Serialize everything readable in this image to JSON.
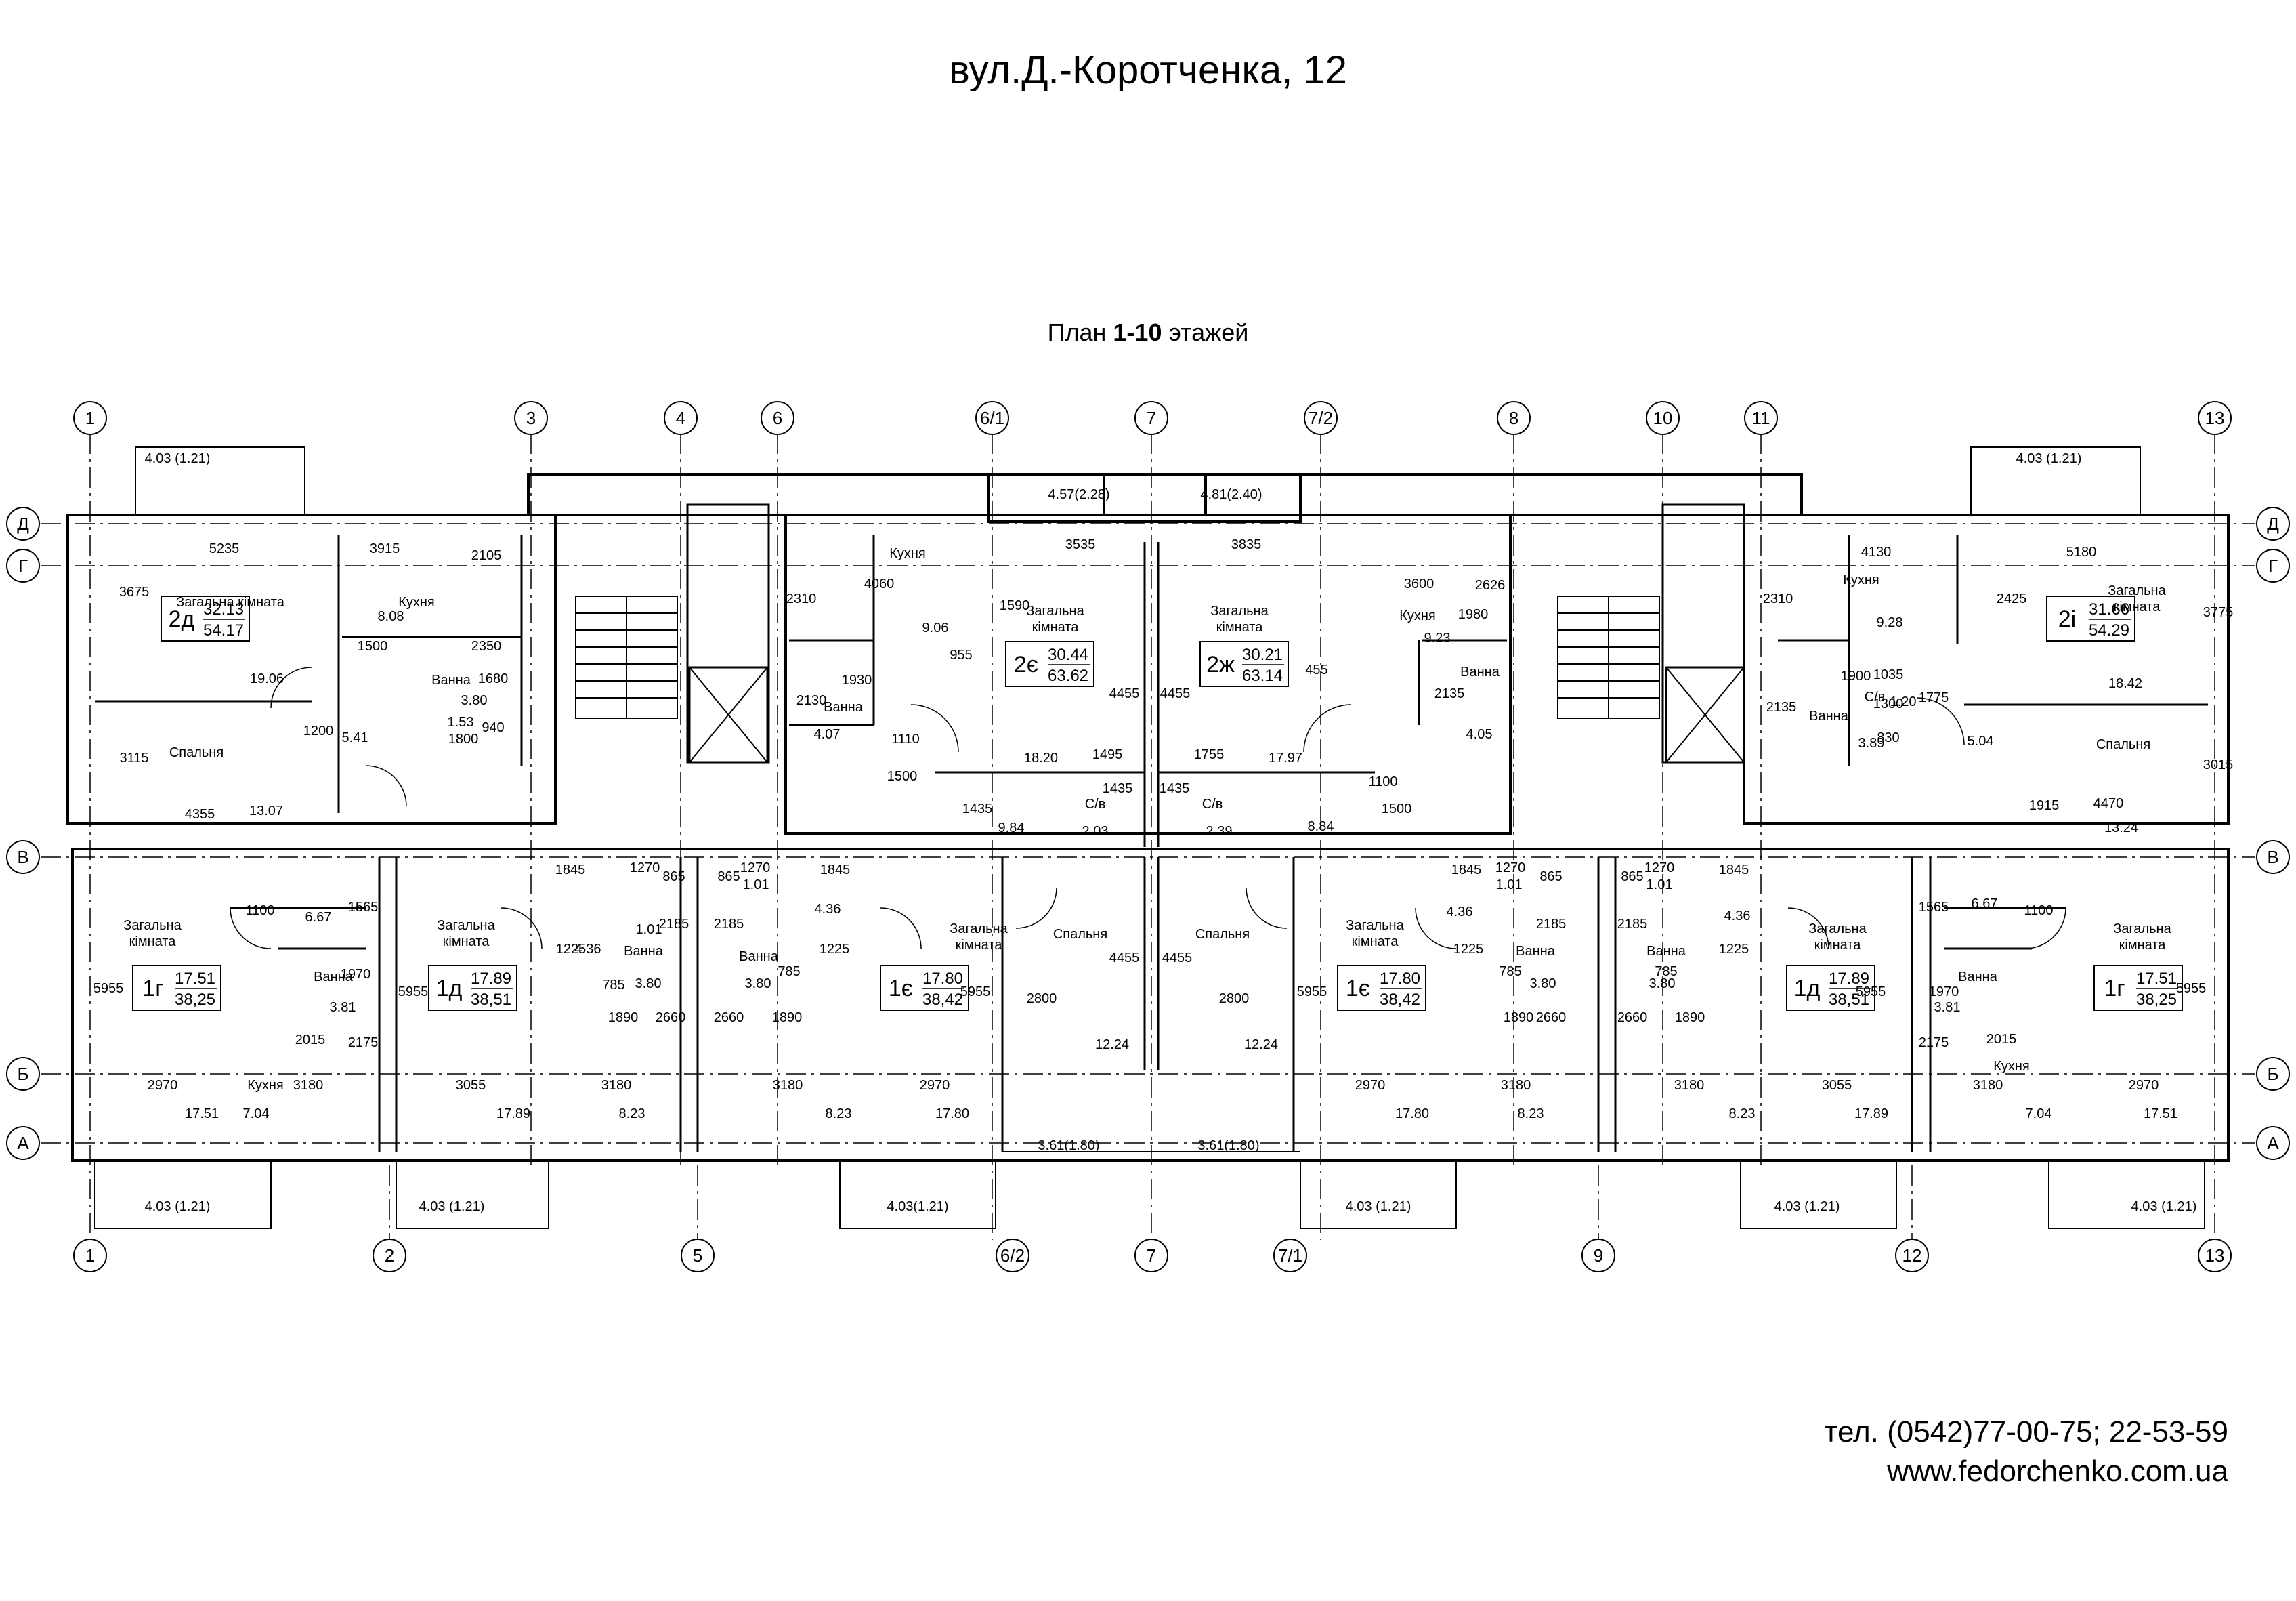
{
  "title": "вул.Д.-Коротченка, 12",
  "subtitle_prefix": "План ",
  "subtitle_floors": "1-10",
  "subtitle_suffix": "  этажей",
  "contact": {
    "phone": "тел. (0542)77-00-75; 22-53-59",
    "website": "www.fedorchenko.com.ua"
  },
  "axes": {
    "top": [
      "1",
      "3",
      "4",
      "6",
      "6/1",
      "7",
      "7/2",
      "8",
      "10",
      "11",
      "13"
    ],
    "bottom": [
      "1",
      "2",
      "5",
      "6/2",
      "7",
      "7/1",
      "9",
      "12",
      "13"
    ],
    "left": [
      "Д",
      "Г",
      "В",
      "Б",
      "А"
    ],
    "right": [
      "Д",
      "Г",
      "В",
      "Б",
      "А"
    ]
  },
  "apartments": [
    {
      "type": "2д",
      "living": "32.13",
      "total": "54.17"
    },
    {
      "type": "2є",
      "living": "30.44",
      "total": "63.62"
    },
    {
      "type": "2ж",
      "living": "30.21",
      "total": "63.14"
    },
    {
      "type": "2і",
      "living": "31.66",
      "total": "54.29"
    },
    {
      "type": "1г",
      "living": "17.51",
      "total": "38,25"
    },
    {
      "type": "1д",
      "living": "17.89",
      "total": "38,51"
    },
    {
      "type": "1є",
      "living": "17.80",
      "total": "38,42"
    },
    {
      "type": "1є",
      "living": "17.80",
      "total": "38,42"
    },
    {
      "type": "1д",
      "living": "17.89",
      "total": "38,51"
    },
    {
      "type": "1г",
      "living": "17.51",
      "total": "38,25"
    }
  ],
  "rooms": {
    "living": "Загальна кімната",
    "living_short1": "Загальна",
    "living_short2": "кімната",
    "kitchen": "Кухня",
    "bath": "Ванна",
    "bedroom": "Спальня",
    "wc": "С/в"
  },
  "balconies": {
    "b1": "4.03 (1.21)",
    "b2": "4.57(2.28)",
    "b3": "4.81(2.40)",
    "b4": "4.03 (1.21)",
    "b5": "3.61(1.80)",
    "b6": "3.61(1.80)",
    "b7": "4.03(1.21)"
  },
  "labels": [
    [
      "5235",
      331,
      816
    ],
    [
      "3915",
      568,
      816
    ],
    [
      "3675",
      198,
      880
    ],
    [
      "2105",
      718,
      826
    ],
    [
      "8.08",
      577,
      916
    ],
    [
      "1500",
      550,
      960
    ],
    [
      "2350",
      718,
      960
    ],
    [
      "19.06",
      394,
      1008
    ],
    [
      "3.80",
      700,
      1040
    ],
    [
      "1680",
      728,
      1008
    ],
    [
      "1.53",
      680,
      1072
    ],
    [
      "1800",
      684,
      1097
    ],
    [
      "940",
      728,
      1080
    ],
    [
      "5.41",
      524,
      1095
    ],
    [
      "1200",
      470,
      1085
    ],
    [
      "3115",
      198,
      1125
    ],
    [
      "4355",
      295,
      1208
    ],
    [
      "13.07",
      393,
      1203
    ],
    [
      "3535",
      1595,
      810
    ],
    [
      "4060",
      1298,
      868
    ],
    [
      "2310",
      1183,
      890
    ],
    [
      "1590",
      1498,
      900
    ],
    [
      "9.06",
      1381,
      933
    ],
    [
      "955",
      1419,
      973
    ],
    [
      "1930",
      1265,
      1010
    ],
    [
      "2130",
      1198,
      1040
    ],
    [
      "4.07",
      1221,
      1090
    ],
    [
      "1110",
      1337,
      1097
    ],
    [
      "18.20",
      1537,
      1125
    ],
    [
      "1495",
      1635,
      1120
    ],
    [
      "1500",
      1332,
      1152
    ],
    [
      "1435",
      1650,
      1170
    ],
    [
      "1435",
      1443,
      1200
    ],
    [
      "9.84",
      1493,
      1228
    ],
    [
      "2.03",
      1617,
      1233
    ],
    [
      "4455",
      1660,
      1030
    ],
    [
      "3835",
      1840,
      810
    ],
    [
      "3600",
      2095,
      868
    ],
    [
      "2626",
      2200,
      870
    ],
    [
      "1980",
      2175,
      913
    ],
    [
      "9.23",
      2122,
      948
    ],
    [
      "455",
      1944,
      995
    ],
    [
      "2135",
      2140,
      1030
    ],
    [
      "4.05",
      2184,
      1090
    ],
    [
      "1755",
      1785,
      1120
    ],
    [
      "17.97",
      1898,
      1125
    ],
    [
      "1100",
      2042,
      1160
    ],
    [
      "1500",
      2062,
      1200
    ],
    [
      "1435",
      1734,
      1170
    ],
    [
      "2.39",
      1800,
      1233
    ],
    [
      "8.84",
      1950,
      1226
    ],
    [
      "4455",
      1735,
      1030
    ],
    [
      "4130",
      2770,
      821
    ],
    [
      "5180",
      3073,
      821
    ],
    [
      "2425",
      2970,
      890
    ],
    [
      "3775",
      3275,
      910
    ],
    [
      "2310",
      2625,
      890
    ],
    [
      "9.28",
      2790,
      925
    ],
    [
      "1900",
      2740,
      1004
    ],
    [
      "1035",
      2788,
      1002
    ],
    [
      "1300",
      2788,
      1045
    ],
    [
      "1775",
      2855,
      1036
    ],
    [
      "18.42",
      3138,
      1015
    ],
    [
      "2135",
      2630,
      1050
    ],
    [
      "1.20",
      2810,
      1042
    ],
    [
      "3.89",
      2763,
      1103
    ],
    [
      "830",
      2788,
      1095
    ],
    [
      "5.04",
      2924,
      1100
    ],
    [
      "1915",
      3018,
      1195
    ],
    [
      "4470",
      3113,
      1192
    ],
    [
      "3015",
      3275,
      1135
    ],
    [
      "13.24",
      3132,
      1228
    ],
    [
      "1100",
      384,
      1350
    ],
    [
      "6.67",
      470,
      1360
    ],
    [
      "1565",
      536,
      1345
    ],
    [
      "1970",
      525,
      1444
    ],
    [
      "3.81",
      506,
      1493
    ],
    [
      "2015",
      458,
      1541
    ],
    [
      "2175",
      536,
      1545
    ],
    [
      "5955",
      160,
      1465
    ],
    [
      "2970",
      240,
      1608
    ],
    [
      "3180",
      455,
      1608
    ],
    [
      "17.51",
      298,
      1650
    ],
    [
      "7.04",
      378,
      1650
    ],
    [
      "1845",
      842,
      1290
    ],
    [
      "1270",
      952,
      1287
    ],
    [
      "865",
      995,
      1300
    ],
    [
      "4.36",
      868,
      1407
    ],
    [
      "1.01",
      958,
      1378
    ],
    [
      "2185",
      995,
      1370
    ],
    [
      "1225",
      843,
      1407
    ],
    [
      "785",
      906,
      1460
    ],
    [
      "3.80",
      957,
      1458
    ],
    [
      "1890",
      920,
      1508
    ],
    [
      "2660",
      990,
      1508
    ],
    [
      "5955",
      610,
      1470
    ],
    [
      "3055",
      695,
      1608
    ],
    [
      "3180",
      910,
      1608
    ],
    [
      "17.89",
      758,
      1650
    ],
    [
      "8.23",
      933,
      1650
    ],
    [
      "1270",
      1115,
      1287
    ],
    [
      "865",
      1076,
      1300
    ],
    [
      "1.01",
      1116,
      1312
    ],
    [
      "2185",
      1076,
      1370
    ],
    [
      "4.36",
      1222,
      1348
    ],
    [
      "1845",
      1233,
      1290
    ],
    [
      "1225",
      1232,
      1407
    ],
    [
      "785",
      1165,
      1440
    ],
    [
      "3.80",
      1119,
      1458
    ],
    [
      "1890",
      1162,
      1508
    ],
    [
      "2660",
      1076,
      1508
    ],
    [
      "5955",
      1440,
      1470
    ],
    [
      "3180",
      1163,
      1608
    ],
    [
      "2970",
      1380,
      1608
    ],
    [
      "8.23",
      1238,
      1650
    ],
    [
      "17.80",
      1406,
      1650
    ],
    [
      "2800",
      1538,
      1480
    ],
    [
      "4455",
      1660,
      1420
    ],
    [
      "12.24",
      1642,
      1548
    ],
    [
      "2800",
      1822,
      1480
    ],
    [
      "4455",
      1738,
      1420
    ],
    [
      "12.24",
      1862,
      1548
    ],
    [
      "1845",
      2165,
      1290
    ],
    [
      "1270",
      2230,
      1287
    ],
    [
      "865",
      2290,
      1300
    ],
    [
      "4.36",
      2155,
      1352
    ],
    [
      "1.01",
      2228,
      1312
    ],
    [
      "2185",
      2290,
      1370
    ],
    [
      "1225",
      2168,
      1407
    ],
    [
      "785",
      2230,
      1440
    ],
    [
      "3.80",
      2278,
      1458
    ],
    [
      "1890",
      2242,
      1508
    ],
    [
      "2660",
      2290,
      1508
    ],
    [
      "5955",
      1937,
      1470
    ],
    [
      "2970",
      2023,
      1608
    ],
    [
      "3180",
      2238,
      1608
    ],
    [
      "17.80",
      2085,
      1650
    ],
    [
      "8.23",
      2260,
      1650
    ],
    [
      "1270",
      2450,
      1287
    ],
    [
      "865",
      2410,
      1300
    ],
    [
      "1.01",
      2450,
      1312
    ],
    [
      "2185",
      2410,
      1370
    ],
    [
      "4.36",
      2565,
      1358
    ],
    [
      "1845",
      2560,
      1290
    ],
    [
      "1225",
      2560,
      1407
    ],
    [
      "785",
      2460,
      1440
    ],
    [
      "3.80",
      2454,
      1458
    ],
    [
      "1890",
      2495,
      1508
    ],
    [
      "2660",
      2410,
      1508
    ],
    [
      "5955",
      2762,
      1470
    ],
    [
      "3180",
      2494,
      1608
    ],
    [
      "3055",
      2712,
      1608
    ],
    [
      "8.23",
      2572,
      1650
    ],
    [
      "17.89",
      2763,
      1650
    ],
    [
      "1565",
      2855,
      1345
    ],
    [
      "6.67",
      2930,
      1340
    ],
    [
      "1100",
      3010,
      1350
    ],
    [
      "1970",
      2870,
      1470
    ],
    [
      "3.81",
      2875,
      1493
    ],
    [
      "2015",
      2955,
      1540
    ],
    [
      "2175",
      2855,
      1545
    ],
    [
      "5955",
      3235,
      1465
    ],
    [
      "3180",
      2935,
      1608
    ],
    [
      "2970",
      3165,
      1608
    ],
    [
      "7.04",
      3010,
      1650
    ],
    [
      "17.51",
      3190,
      1650
    ]
  ]
}
